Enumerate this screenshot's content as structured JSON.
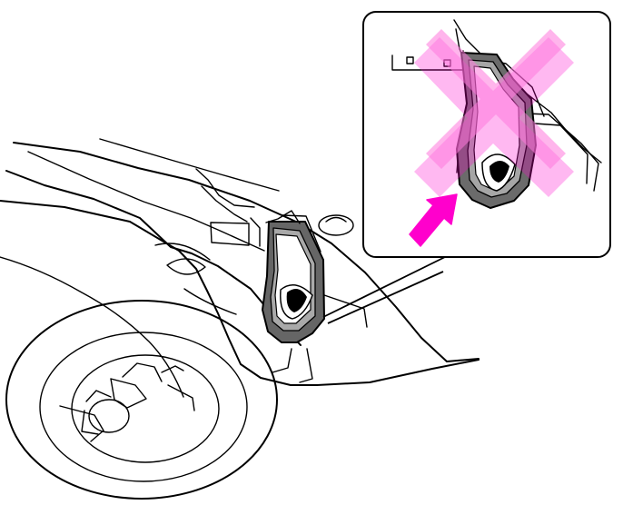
{
  "diagram": {
    "colors": {
      "background": "#ffffff",
      "ink": "#000000",
      "accent": "#ff00cc",
      "highlight_fill": "#ffb3f0",
      "bracket_shadow": "#666666"
    },
    "elements": [
      {
        "name": "under-vehicle-panel",
        "kind": "illustration"
      },
      {
        "name": "wheel",
        "kind": "illustration"
      },
      {
        "name": "towing-eyelet-bracket",
        "kind": "illustration"
      },
      {
        "name": "detail-callout-box",
        "kind": "callout"
      },
      {
        "name": "do-not-use-cross-icon",
        "kind": "warning-symbol"
      },
      {
        "name": "pull-direction-arrow-icon",
        "kind": "direction-arrow"
      }
    ]
  }
}
